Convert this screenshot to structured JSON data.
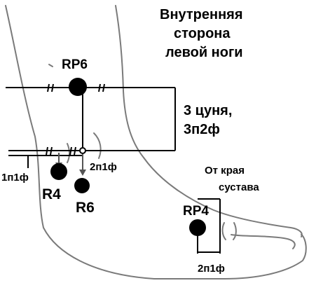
{
  "title_lines": [
    "Внутренняя",
    "сторона",
    "левой ноги"
  ],
  "points": {
    "rp6": "RP6",
    "r4": "R4",
    "r6": "R6",
    "rp4": "RP4"
  },
  "measurements": {
    "upper_line1": "3 цуня,",
    "upper_line2": "3п2ф",
    "left_offset": "1п1ф",
    "down_offset": "2п1ф",
    "bottom_offset": "2п1ф",
    "edge_line1": "От края",
    "edge_line2": "сустава"
  },
  "colors": {
    "ink": "#000000",
    "outline": "#7a7a7a"
  }
}
